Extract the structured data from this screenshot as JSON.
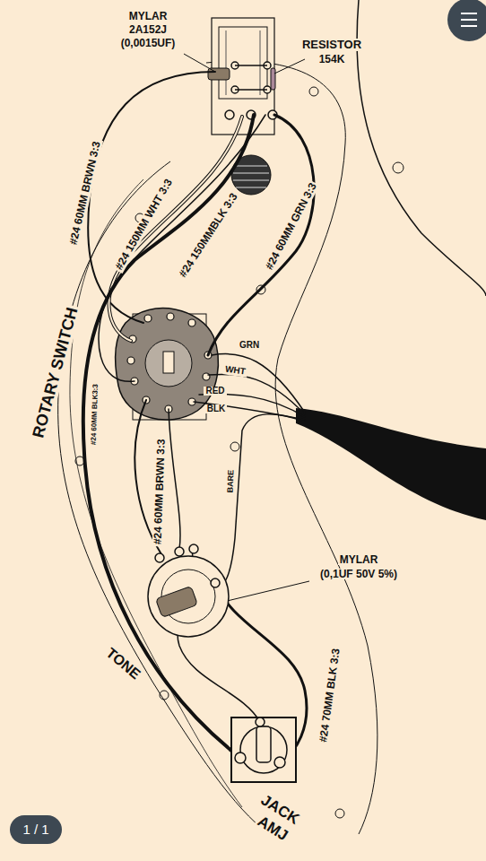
{
  "diagram": {
    "labels": [
      "MYLAR",
      "2A152J",
      "(0,0015UF)",
      "RESISTOR",
      "154K",
      "#24 60MM BRWN 3:3",
      "#24 150MM WHT 3:3",
      "#24 150MMBLK 3:3",
      "#24 60MM GRN 3:3",
      "ROTARY SWITCH",
      "#24 60MM BLK3:3",
      "GRN",
      "WHT",
      "RED",
      "BLK",
      "BARE",
      "#24 60MM BRWN 3:3",
      "MYLAR",
      "(0,1UF 50V 5%)",
      "TONE",
      "#24 70MM BLK 3:3",
      "JACK",
      "AMJ",
      "1 / 1"
    ]
  }
}
